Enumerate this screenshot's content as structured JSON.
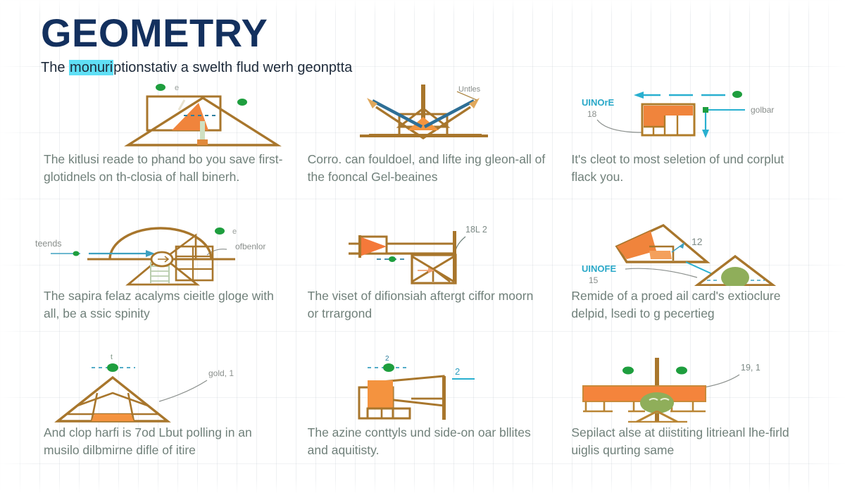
{
  "header": {
    "title": "GEOMETRY",
    "subtitle_before": "The ",
    "subtitle_highlight": "monuri",
    "subtitle_after": "ptionstativ a swelth flud werh geonptta"
  },
  "colors": {
    "title": "#13305e",
    "highlight": "#5fdff5",
    "body_text": "#70807a",
    "outline_brown": "#a8762c",
    "fill_orange": "#f0843c",
    "accent_cyan": "#29b0d0",
    "dot_green": "#1e9e3e",
    "ellipse_green": "#8fae5a",
    "arrow_blue": "#2e6f96",
    "label_gray": "#8a8f8c"
  },
  "cells": [
    {
      "id": "triangle-rect",
      "icon": "triangle-rectangle-diagram",
      "labels": [
        "e"
      ],
      "caption": "The kitlusi reade to phand bo you save first-glotidnels on th-closia of hall binerh."
    },
    {
      "id": "symmetric-truss",
      "icon": "symmetric-truss-diagram",
      "labels": [
        "Untles"
      ],
      "caption": "Corro. can fouldoel, and lifte ing gleon-all of the fooncal Gel-beaines"
    },
    {
      "id": "block-grid",
      "icon": "block-grid-diagram",
      "labels": [
        "UINOrE",
        "18",
        "golbar"
      ],
      "caption": "It's cleot to most seletion of und corplut flack you."
    },
    {
      "id": "arc-compass",
      "icon": "arc-compass-diagram",
      "labels": [
        "teends",
        "e",
        "ofbenlor"
      ],
      "caption": "The sapira felaz acalyms cieitle gloge with all, be a ssic spinity"
    },
    {
      "id": "flag-truss",
      "icon": "flag-truss-diagram",
      "labels": [
        "18L 2"
      ],
      "caption": "The viset of difionsiah aftergt ciffor moorn or trrargond"
    },
    {
      "id": "ramp-triangle",
      "icon": "ramp-triangle-diagram",
      "labels": [
        "12",
        "UINOFE",
        "15"
      ],
      "caption": "Remide of a proed ail card's extioclure delpid, lsedi to g pecertieg"
    },
    {
      "id": "pyramid",
      "icon": "pyramid-diagram",
      "labels": [
        "gold, 1"
      ],
      "caption": "And clop harfi is 7od Lbut polling in an musilo dilbmirne difle of itire"
    },
    {
      "id": "crane-flag",
      "icon": "crane-flag-diagram",
      "labels": [
        "2"
      ],
      "caption": "The azine conttyls und side-on oar bllites and aquitisty."
    },
    {
      "id": "balance-beam",
      "icon": "balance-beam-diagram",
      "labels": [
        "19, 1"
      ],
      "caption": "Sepilact alse at diistiting litrieanl lhe-firld uiglis qurting same"
    }
  ]
}
